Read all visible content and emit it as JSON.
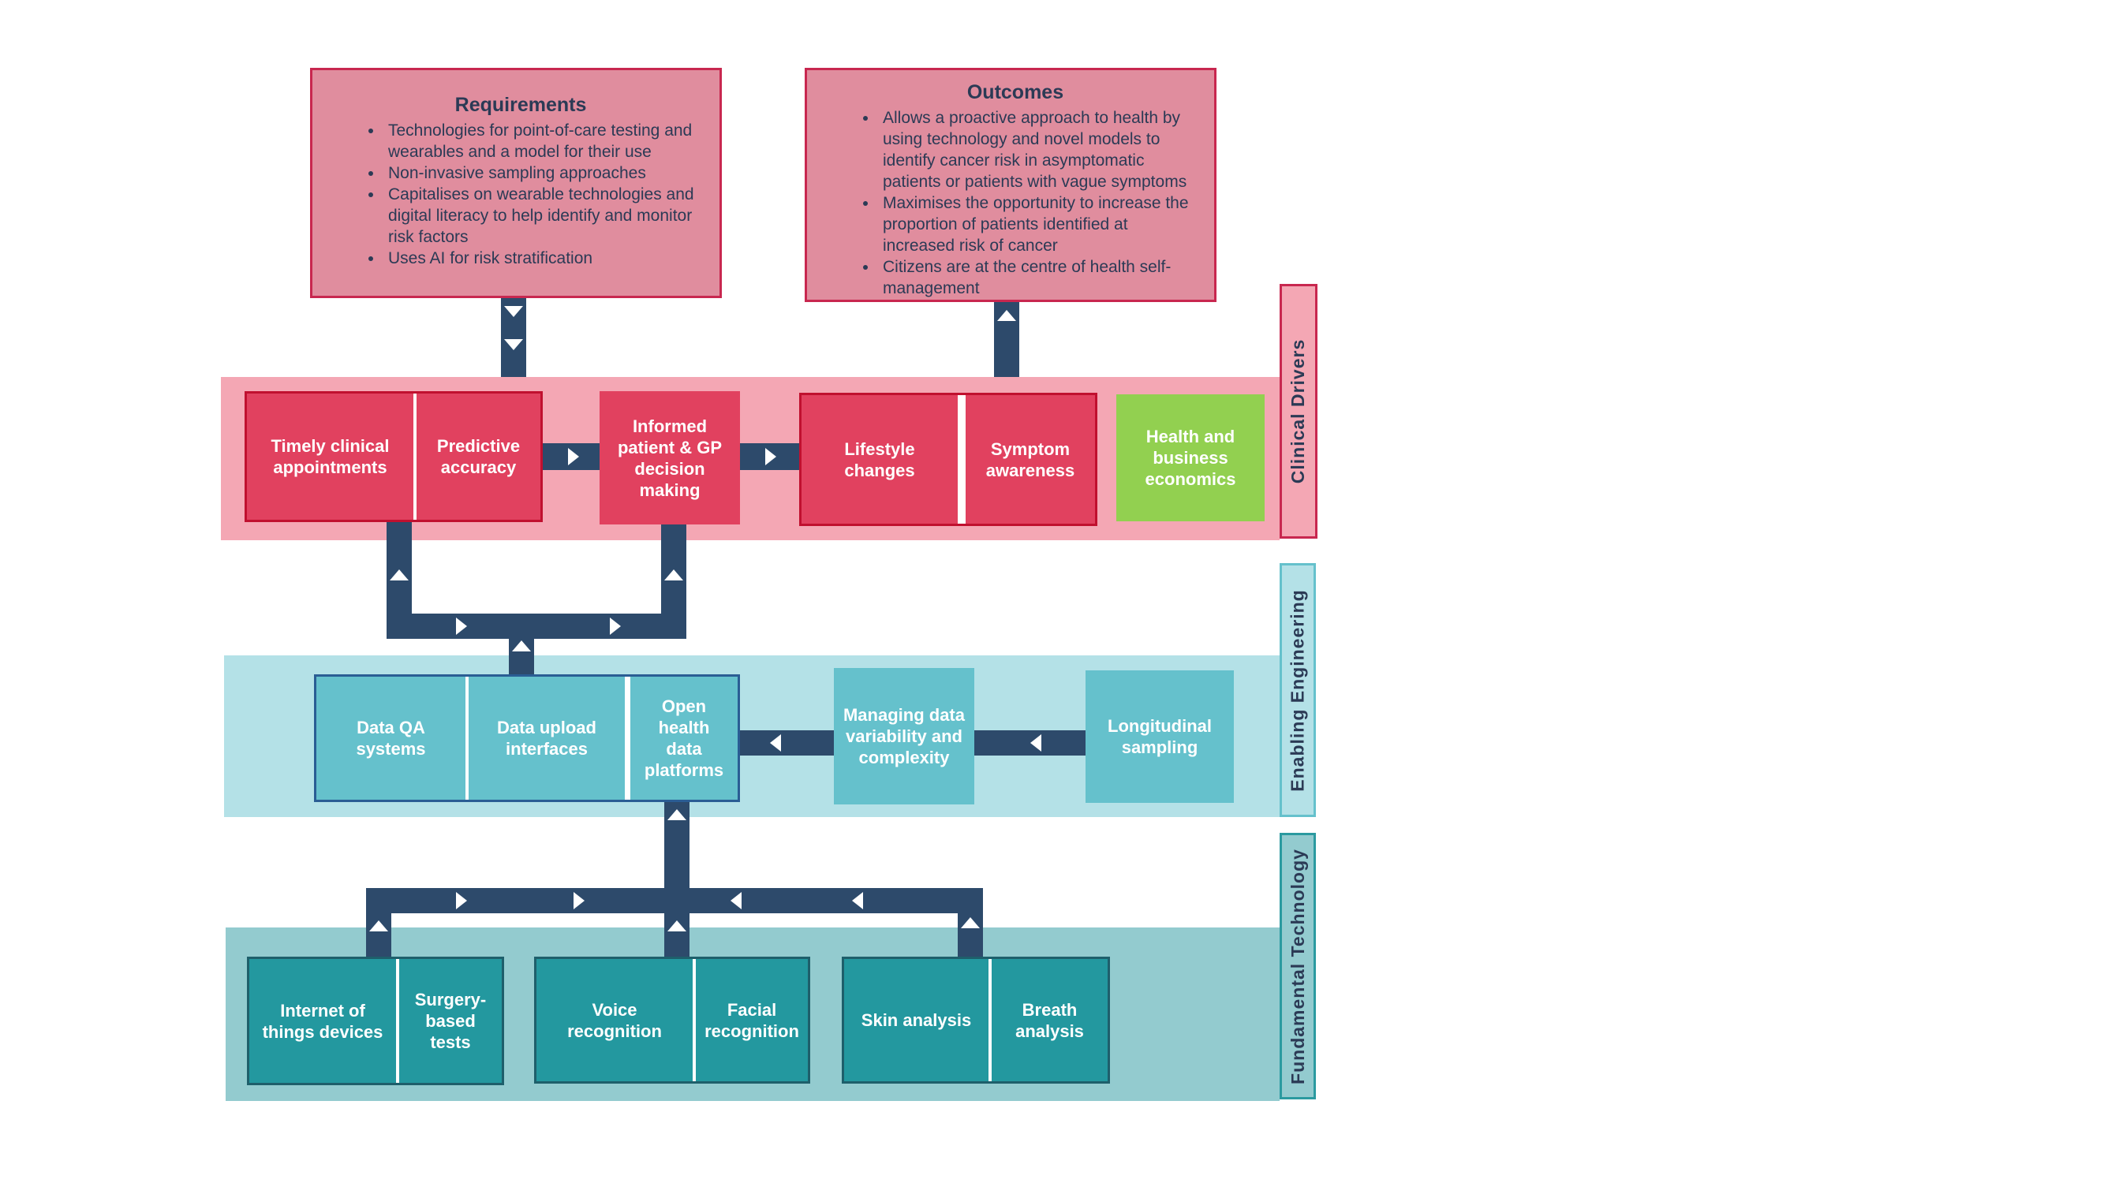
{
  "requirements": {
    "title": "Requirements",
    "items": [
      "Technologies for point-of-care testing and wearables and a model for their use",
      "Non-invasive sampling approaches",
      "Capitalises on wearable technologies and digital literacy to help identify and monitor risk factors",
      "Uses AI for risk stratification"
    ]
  },
  "outcomes": {
    "title": "Outcomes",
    "items": [
      "Allows a proactive approach to health by using technology and novel models to identify cancer risk in asymptomatic patients or patients with vague symptoms",
      "Maximises the opportunity to increase the proportion of patients identified at increased risk of cancer",
      "Citizens are at the centre of health self-management"
    ]
  },
  "layers": {
    "clinical": "Clinical  Drivers",
    "engineering": "Enabling  Engineering",
    "fundamental": "Fundamental  Technology"
  },
  "clinical": {
    "timely": "Timely clinical appointments",
    "predictive": "Predictive accuracy",
    "informed": "Informed patient & GP decision making",
    "lifestyle": "Lifestyle changes",
    "symptom": "Symptom awareness",
    "economics": "Health and business economics"
  },
  "engineering": {
    "data_qa": "Data QA systems",
    "data_upload": "Data upload interfaces",
    "open_health": "Open health data platforms",
    "managing": "Managing data variability and complexity",
    "longitudinal": "Longitudinal sampling"
  },
  "fundamental": {
    "iot": "Internet of things devices",
    "surgery": "Surgery-based tests",
    "voice": "Voice recognition",
    "facial": "Facial recognition",
    "skin": "Skin analysis",
    "breath": "Breath analysis"
  },
  "colors": {
    "clinical_box": "#e1415f",
    "clinical_band": "#f4a7b4",
    "economics_box": "#92d050",
    "engineering_box": "#65c1cc",
    "engineering_band": "#b4e1e7",
    "fundamental_box": "#23989f",
    "fundamental_band": "#93cbcf",
    "connector": "#2d4a6b",
    "text_dark": "#2b3a55"
  }
}
